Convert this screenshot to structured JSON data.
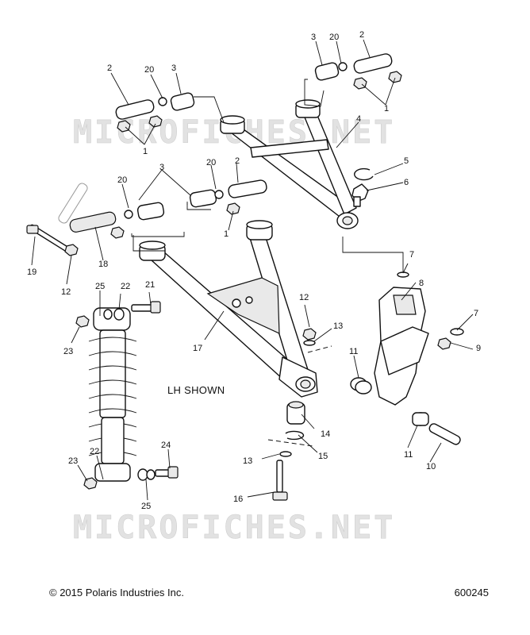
{
  "watermark": "MICROFICHES.NET",
  "view_note": "LH SHOWN",
  "copyright": "© 2015 Polaris Industries Inc.",
  "figure_number": "600245",
  "callouts": [
    "1",
    "2",
    "3",
    "4",
    "5",
    "6",
    "7",
    "8",
    "9",
    "10",
    "11",
    "12",
    "13",
    "14",
    "15",
    "16",
    "17",
    "18",
    "19",
    "20",
    "21",
    "22",
    "23",
    "24",
    "25"
  ]
}
